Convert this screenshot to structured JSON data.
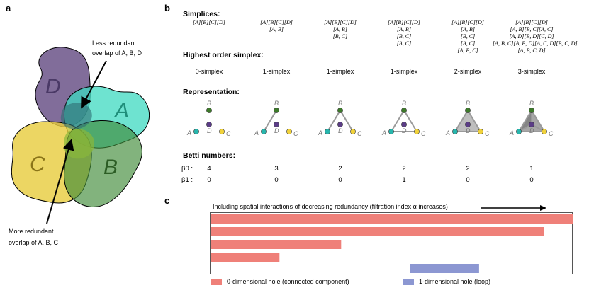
{
  "panels": {
    "a": "a",
    "b": "b",
    "c": "c"
  },
  "panel_a": {
    "blobs": {
      "A": "A",
      "B": "B",
      "C": "C",
      "D": "D"
    },
    "annotation_top": [
      "Less redundant",
      "overlap of A, B, D"
    ],
    "annotation_bottom": [
      "More redundant",
      "overlap of A, B, C"
    ]
  },
  "panel_b": {
    "simplices_title": "Simplices:",
    "highest_title": "Highest order simplex:",
    "representation_title": "Representation:",
    "betti_title": "Betti numbers:",
    "columns": [
      {
        "simplices": [
          "[A][B][C][D]"
        ],
        "highest": "0-simplex",
        "b0": "4",
        "b1": "0"
      },
      {
        "simplices": [
          "[A][B][C][D]",
          "[A, B]"
        ],
        "highest": "1-simplex",
        "b0": "3",
        "b1": "0"
      },
      {
        "simplices": [
          "[A][B][C][D]",
          "[A, B]",
          "[B, C]"
        ],
        "highest": "1-simplex",
        "b0": "2",
        "b1": "0"
      },
      {
        "simplices": [
          "[A][B][C][D]",
          "[A, B]",
          "[B, C]",
          "[A, C]"
        ],
        "highest": "1-simplex",
        "b0": "2",
        "b1": "1"
      },
      {
        "simplices": [
          "[A][B][C][D]",
          "[A, B]",
          "[B, C]",
          "[A, C]",
          "[A, B, C]"
        ],
        "highest": "2-simplex",
        "b0": "2",
        "b1": "0"
      },
      {
        "simplices": [
          "[A][B][C][D]",
          "[A, B][B, C][A, C]",
          "[A, D][B, D][C, D]",
          "[A, B, C][A, B, D][A, C, D][B, C, D]",
          "[A, B, C, D]"
        ],
        "highest": "3-simplex",
        "b0": "1",
        "b1": "0"
      }
    ],
    "beta0_label": "β0 :",
    "beta1_label": "β1 :",
    "node_labels": {
      "A": "A",
      "B": "B",
      "C": "C",
      "D": "D"
    }
  },
  "panel_c": {
    "header": "Including spatial interactions of decreasing redundancy (filtration index α increases)",
    "bars": [
      {
        "type": "0-dim",
        "start": 0.0,
        "end": 1.0
      },
      {
        "type": "0-dim",
        "start": 0.0,
        "end": 0.92
      },
      {
        "type": "0-dim",
        "start": 0.0,
        "end": 0.36
      },
      {
        "type": "0-dim",
        "start": 0.0,
        "end": 0.19
      },
      {
        "type": "1-dim",
        "start": 0.55,
        "end": 0.74
      }
    ],
    "legend": {
      "zero_dim": "0-dimensional hole (connected component)",
      "one_dim": "1-dimensional hole (loop)"
    },
    "colors": {
      "zero_dim": "#ef8079",
      "one_dim": "#8c97d2"
    }
  }
}
